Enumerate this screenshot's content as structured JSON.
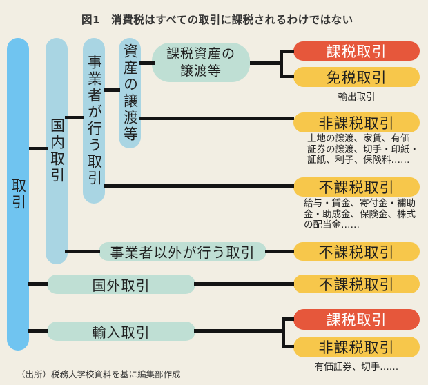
{
  "title": "図1　消費税はすべての取引に課税されるわけではない",
  "source": "（出所）税務大学校資料を基に編集部作成",
  "colors": {
    "background": "#F2EEE3",
    "primary_bar_blue": "#70C4F0",
    "secondary_bar_blue": "#A9D5E3",
    "branch_green": "#BFDFD4",
    "taxable_red": "#E6573B",
    "exempt_yellow": "#F7C74B",
    "connector_black": "#141414"
  },
  "bars": [
    {
      "label": "取引"
    },
    {
      "label": "国内取引"
    },
    {
      "label": "事業者が行う取引"
    },
    {
      "label": "資産の譲渡等"
    }
  ],
  "branch": {
    "taxable_asset": {
      "line1": "課税資産の",
      "line2": "譲渡等"
    },
    "non_business": {
      "label": "事業者以外が行う取引"
    },
    "foreign": {
      "label": "国外取引"
    },
    "import": {
      "label": "輸入取引"
    }
  },
  "outcomes": [
    {
      "label": "課税取引",
      "style": "red"
    },
    {
      "label": "免税取引",
      "style": "yellow",
      "note": "輸出取引"
    },
    {
      "label": "非課税取引",
      "style": "yellow",
      "desc_lines": [
        "土地の譲渡、家賃、有価",
        "証券の譲渡、切手・印紙・",
        "証紙、利子、保険料……"
      ]
    },
    {
      "label": "不課税取引",
      "style": "yellow",
      "desc_lines": [
        "給与・賃金、寄付金・補助",
        "金・助成金、保険金、株式",
        "の配当金……"
      ]
    },
    {
      "label": "不課税取引",
      "style": "yellow"
    },
    {
      "label": "不課税取引",
      "style": "yellow"
    },
    {
      "label": "課税取引",
      "style": "red"
    },
    {
      "label": "非課税取引",
      "style": "yellow",
      "note": "有価証券、切手……"
    }
  ]
}
